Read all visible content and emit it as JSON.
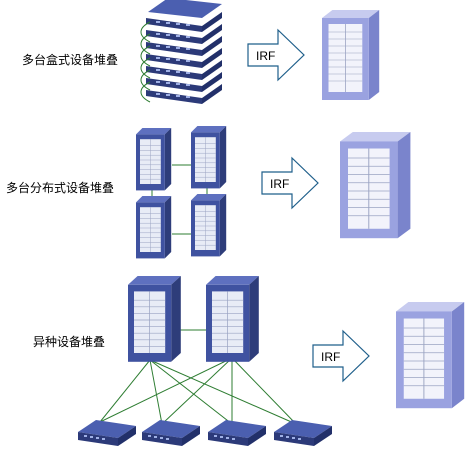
{
  "rows": [
    {
      "label": "多台盒式设备堆叠",
      "arrow_text": "IRF"
    },
    {
      "label": "多台分布式设备堆叠",
      "arrow_text": "IRF"
    },
    {
      "label": "异种设备堆叠",
      "arrow_text": "IRF"
    }
  ],
  "colors": {
    "device_blue": "#3f52a0",
    "device_light": "#9aa2e0",
    "link_green": "#2e7d32",
    "arrow_outline": "#1f5f8b"
  }
}
